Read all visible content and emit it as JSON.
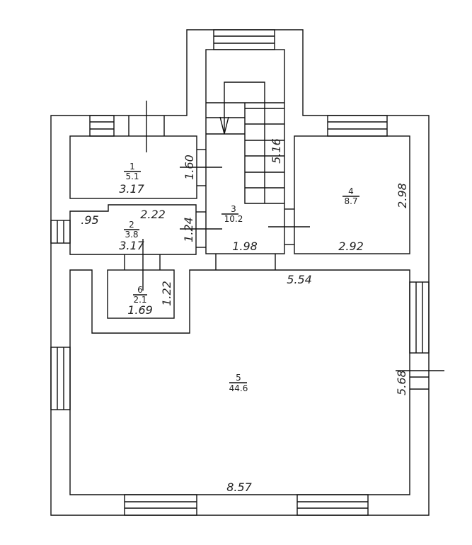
{
  "rooms": [
    {
      "number": "1",
      "area": "5.1",
      "dims": [
        "3.17",
        "1.60"
      ]
    },
    {
      "number": "2",
      "area": "3.8",
      "dims": [
        "3.17",
        "1.24",
        "2.22",
        ".95"
      ]
    },
    {
      "number": "3",
      "area": "10.2",
      "dims": [
        "1.98",
        "5.16"
      ]
    },
    {
      "number": "4",
      "area": "8.7",
      "dims": [
        "2.92",
        "2.98"
      ]
    },
    {
      "number": "5",
      "area": "44.6",
      "dims": [
        "8.57",
        "5.68",
        "5.54"
      ]
    },
    {
      "number": "6",
      "area": "2.1",
      "dims": [
        "1.69",
        "1.22"
      ]
    }
  ]
}
